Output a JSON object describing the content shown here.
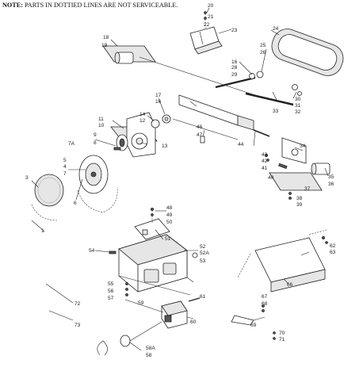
{
  "note": {
    "label": "NOTE:",
    "body": "PARTS IN DOTTIED LINES ARE NOT SERVICEABLE."
  },
  "callouts": [
    {
      "text": "20"
    },
    {
      "text": "21"
    },
    {
      "text": "22"
    },
    {
      "text": "23"
    },
    {
      "text": "24"
    },
    {
      "text": "18"
    },
    {
      "text": "19"
    },
    {
      "text": "25"
    },
    {
      "text": "26"
    },
    {
      "text": "16"
    },
    {
      "text": "28"
    },
    {
      "text": "29"
    },
    {
      "text": "17"
    },
    {
      "text": "16"
    },
    {
      "text": "30"
    },
    {
      "text": "31"
    },
    {
      "text": "32"
    },
    {
      "text": "33"
    },
    {
      "text": "14"
    },
    {
      "text": "12"
    },
    {
      "text": "11"
    },
    {
      "text": "10"
    },
    {
      "text": "9"
    },
    {
      "text": "8"
    },
    {
      "text": "7A"
    },
    {
      "text": "13"
    },
    {
      "text": "46"
    },
    {
      "text": "47"
    },
    {
      "text": "44"
    },
    {
      "text": "34"
    },
    {
      "text": "43"
    },
    {
      "text": "42"
    },
    {
      "text": "41"
    },
    {
      "text": "5"
    },
    {
      "text": "4"
    },
    {
      "text": "7"
    },
    {
      "text": "3"
    },
    {
      "text": "6"
    },
    {
      "text": "40"
    },
    {
      "text": "35"
    },
    {
      "text": "36"
    },
    {
      "text": "37"
    },
    {
      "text": "38"
    },
    {
      "text": "39"
    },
    {
      "text": "1"
    },
    {
      "text": "48"
    },
    {
      "text": "49"
    },
    {
      "text": "50"
    },
    {
      "text": "51"
    },
    {
      "text": "52"
    },
    {
      "text": "52A"
    },
    {
      "text": "53"
    },
    {
      "text": "54"
    },
    {
      "text": "62"
    },
    {
      "text": "63"
    },
    {
      "text": "55"
    },
    {
      "text": "56"
    },
    {
      "text": "57"
    },
    {
      "text": "66"
    },
    {
      "text": "59"
    },
    {
      "text": "61"
    },
    {
      "text": "60"
    },
    {
      "text": "67"
    },
    {
      "text": "68"
    },
    {
      "text": "72"
    },
    {
      "text": "73"
    },
    {
      "text": "69"
    },
    {
      "text": "70"
    },
    {
      "text": "71"
    },
    {
      "text": "58A"
    },
    {
      "text": "58"
    }
  ]
}
